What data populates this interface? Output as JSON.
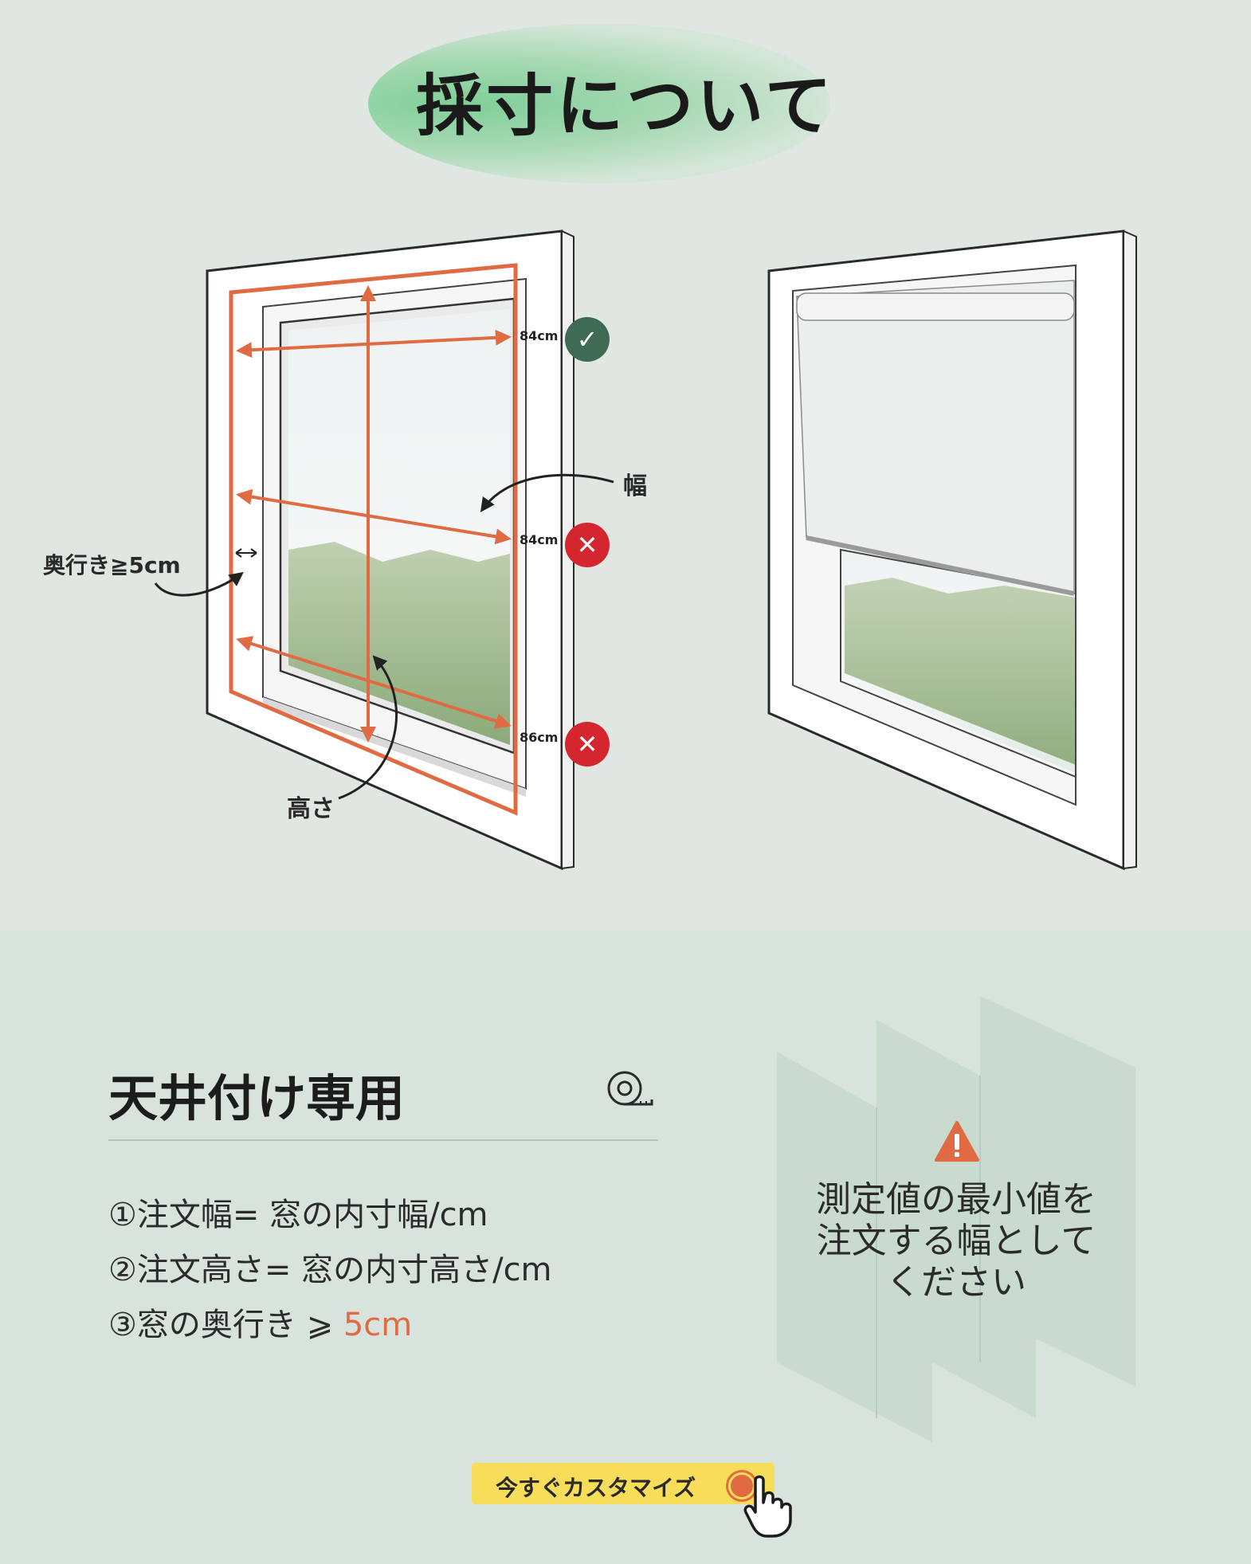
{
  "header": {
    "title": "採寸について"
  },
  "diagram": {
    "labels": {
      "width": "幅",
      "height": "高さ",
      "depth": "奥行き≧5cm"
    },
    "measurements": [
      {
        "value": "84cm",
        "status": "correct"
      },
      {
        "value": "84cm",
        "status": "wrong"
      },
      {
        "value": "86cm",
        "status": "wrong"
      }
    ],
    "status_glyphs": {
      "correct": "✓",
      "wrong": "✕"
    },
    "accent_color": "#e06b43"
  },
  "section": {
    "title": "天井付け専用",
    "items": [
      {
        "text": "①注文幅= 窓の内寸幅/cm",
        "highlight": ""
      },
      {
        "text": "②注文高さ= 窓の内寸高さ/cm",
        "highlight": ""
      },
      {
        "text": "③窓の奥行き ⩾ ",
        "highlight": "5cm"
      }
    ]
  },
  "note": {
    "text": "測定値の最小値を注文する幅としてください"
  },
  "cta": {
    "label": "今すぐカスタマイズ"
  }
}
